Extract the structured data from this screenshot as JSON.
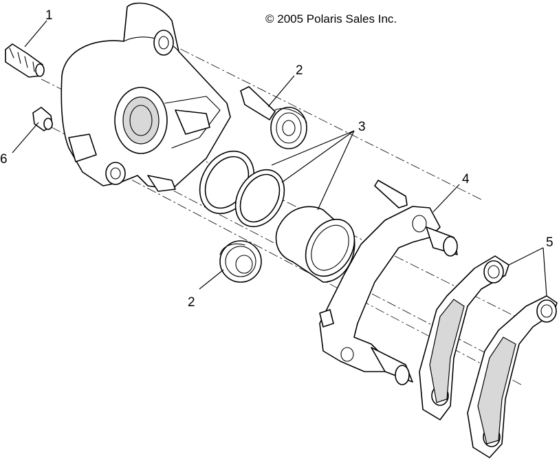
{
  "copyright": "© 2005 Polaris Sales Inc.",
  "callouts": {
    "c1": "1",
    "c2_top": "2",
    "c2_bottom": "2",
    "c3": "3",
    "c4": "4",
    "c5": "5",
    "c6": "6"
  }
}
